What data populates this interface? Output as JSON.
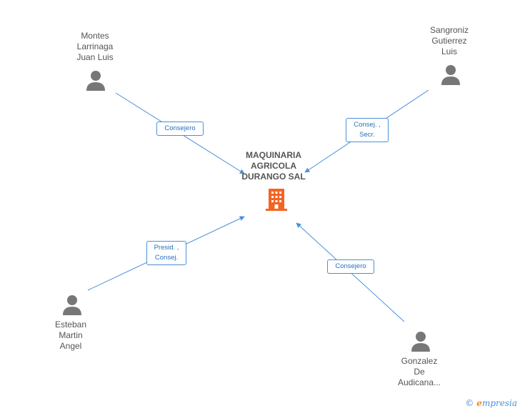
{
  "company": {
    "lines": [
      "MAQUINARIA",
      "AGRICOLA",
      "DURANGO SAL"
    ],
    "icon": "building-icon",
    "color": "#f26522"
  },
  "people": [
    {
      "id": "montes",
      "lines": [
        "Montes",
        "Larrinaga",
        "Juan Luis"
      ]
    },
    {
      "id": "sangroniz",
      "lines": [
        "Sangroniz",
        "Gutierrez",
        "Luis"
      ]
    },
    {
      "id": "esteban",
      "lines": [
        "Esteban",
        "Martin",
        "Angel"
      ]
    },
    {
      "id": "gonzalez",
      "lines": [
        "Gonzalez",
        "De",
        "Audicana..."
      ]
    }
  ],
  "edges": [
    {
      "from": "montes",
      "role": [
        "Consejero"
      ]
    },
    {
      "from": "sangroniz",
      "role": [
        "Consej. ,",
        "Secr."
      ]
    },
    {
      "from": "esteban",
      "role": [
        "Presid. ,",
        "Consej."
      ]
    },
    {
      "from": "gonzalez",
      "role": [
        "Consejero"
      ]
    }
  ],
  "colors": {
    "edge": "#4a90d9",
    "person_icon": "#777777",
    "label_text": "#555555"
  },
  "brand": {
    "copyright": "©",
    "initial": "e",
    "rest": "mpresia"
  }
}
